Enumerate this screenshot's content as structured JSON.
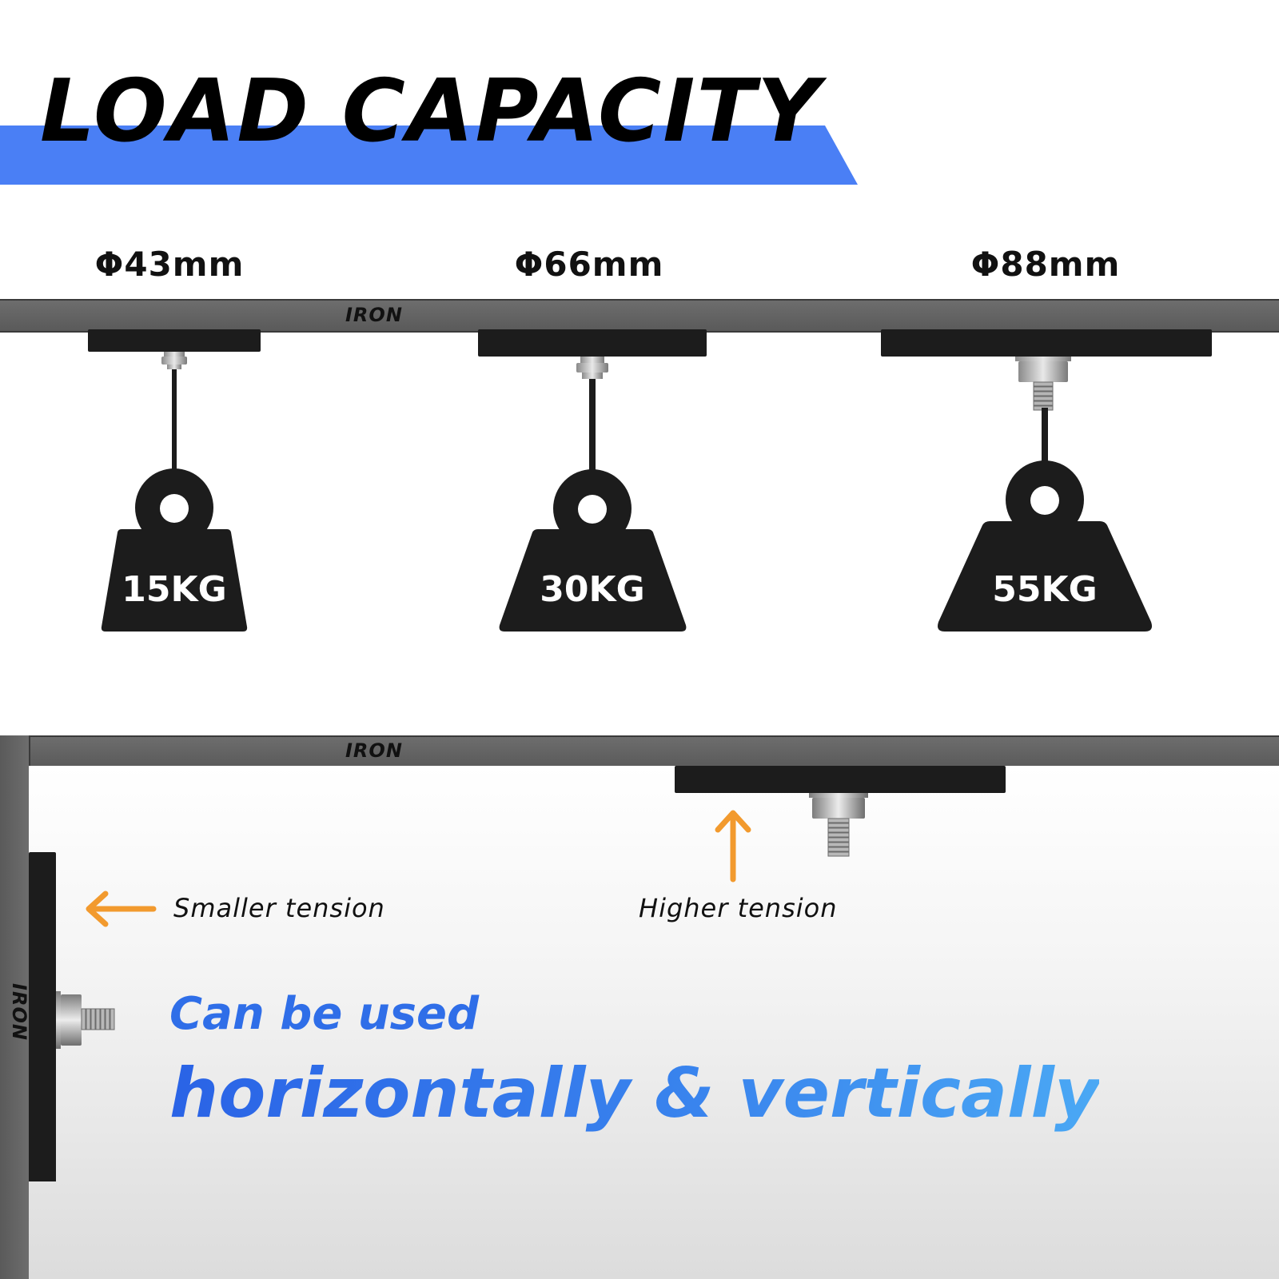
{
  "header": {
    "title": "LOAD CAPACITY",
    "accent_color": "#4a7ff5"
  },
  "magnets": [
    {
      "diameter": "Φ43mm",
      "load": "15KG"
    },
    {
      "diameter": "Φ66mm",
      "load": "30KG"
    },
    {
      "diameter": "Φ88mm",
      "load": "55KG"
    }
  ],
  "iron_label": "IRON",
  "tension": {
    "side": "Smaller tension",
    "top": "Higher tension",
    "arrow_color": "#f29a2e"
  },
  "usage": {
    "line1": "Can be used",
    "line2": "horizontally & vertically",
    "text_color": "#2f6ee8"
  },
  "icons": [
    "weight-icon",
    "bolt-icon",
    "arrow-left-icon",
    "arrow-up-icon"
  ]
}
